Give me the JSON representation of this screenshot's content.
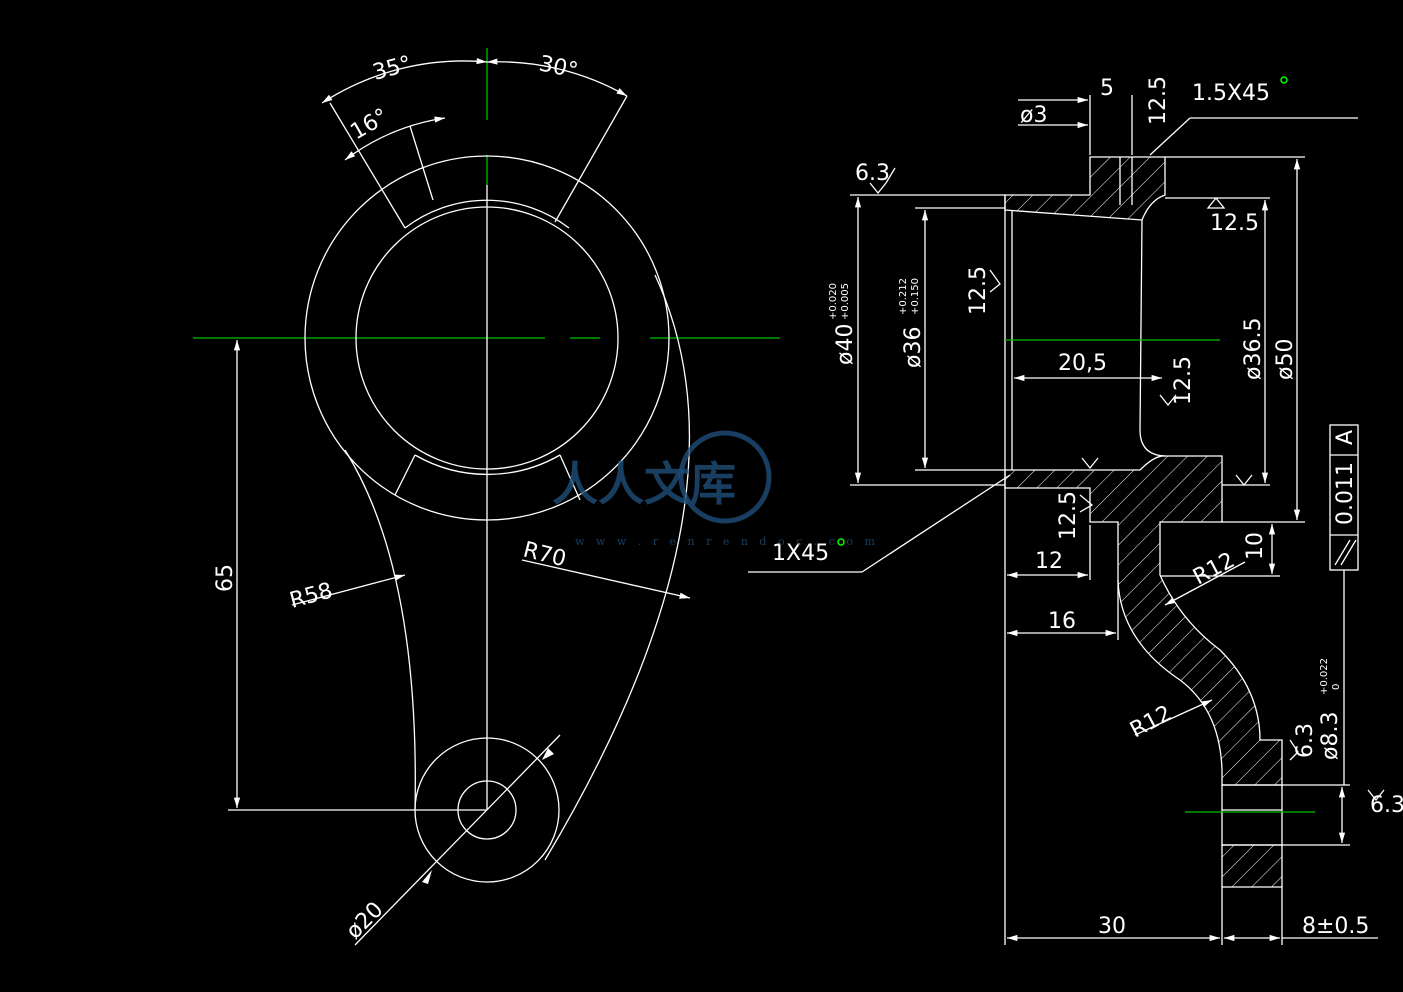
{
  "dimensions": {
    "angle_35": "35°",
    "angle_30": "30°",
    "angle_16": "16°",
    "dist_65": "65",
    "r58": "R58",
    "r70": "R70",
    "d20": "ø20",
    "d3": "ø3",
    "len5": "5",
    "chamfer_top": "1.5X45",
    "chamfer_bottom": "1X45",
    "d40": "ø40",
    "d40_tol_upper": "+0.020",
    "d40_tol_lower": "+0.005",
    "d36": "ø36",
    "d36_tol_upper": "+0.212",
    "d36_tol_lower": "+0.150",
    "d36_5": "ø36.5",
    "d50": "ø50",
    "len20_5": "20,5",
    "len12": "12",
    "len16": "16",
    "r12_upper": "R12",
    "r12_lower": "R12",
    "len10": "10",
    "d8_3": "ø8.3",
    "d8_3_tol_upper": "+0.022",
    "d8_3_tol_lower": "0",
    "len30": "30",
    "len8": "8±0.5",
    "tolerance_value": "0.011",
    "datum": "A"
  },
  "roughness": {
    "r6_3_left": "6.3",
    "r12_5_top": "12.5",
    "r12_5_top_right": "12.5",
    "r12_5_bore": "12.5",
    "r12_5_mid": "12.5",
    "r12_5_bottom": "12.5",
    "r6_3_right": "6.3",
    "r6_3_far_right": "6.3"
  },
  "watermark": {
    "text": "人人文库",
    "url": "w w w . r e n r e n d o c . c o m"
  },
  "colors": {
    "background": "#000000",
    "line": "#ffffff",
    "centerline": "#00c000",
    "watermark": "#1f4e79"
  }
}
